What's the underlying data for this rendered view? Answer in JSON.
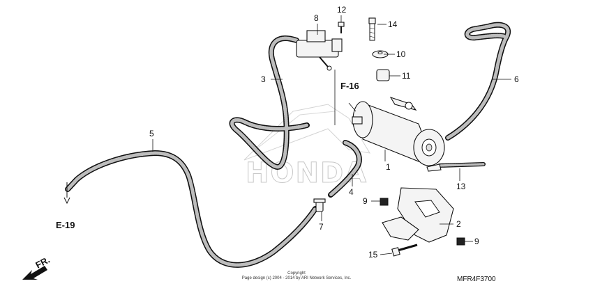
{
  "callouts": {
    "c1": "1",
    "c2": "2",
    "c3": "3",
    "c4": "4",
    "c5": "5",
    "c6": "6",
    "c7": "7",
    "c8": "8",
    "c9a": "9",
    "c9b": "9",
    "c10": "10",
    "c11": "11",
    "c12": "12",
    "c13": "13",
    "c14": "14",
    "c15": "15"
  },
  "refs": {
    "f16": "F-16",
    "e19": "E-19",
    "fr": "FR."
  },
  "watermark": "HONDA",
  "copyright": {
    "line1": "Copyright",
    "line2": "Page design (c) 2004 - 2014 by ARI Network Services, Inc."
  },
  "diagram_code": "MFR4F3700"
}
